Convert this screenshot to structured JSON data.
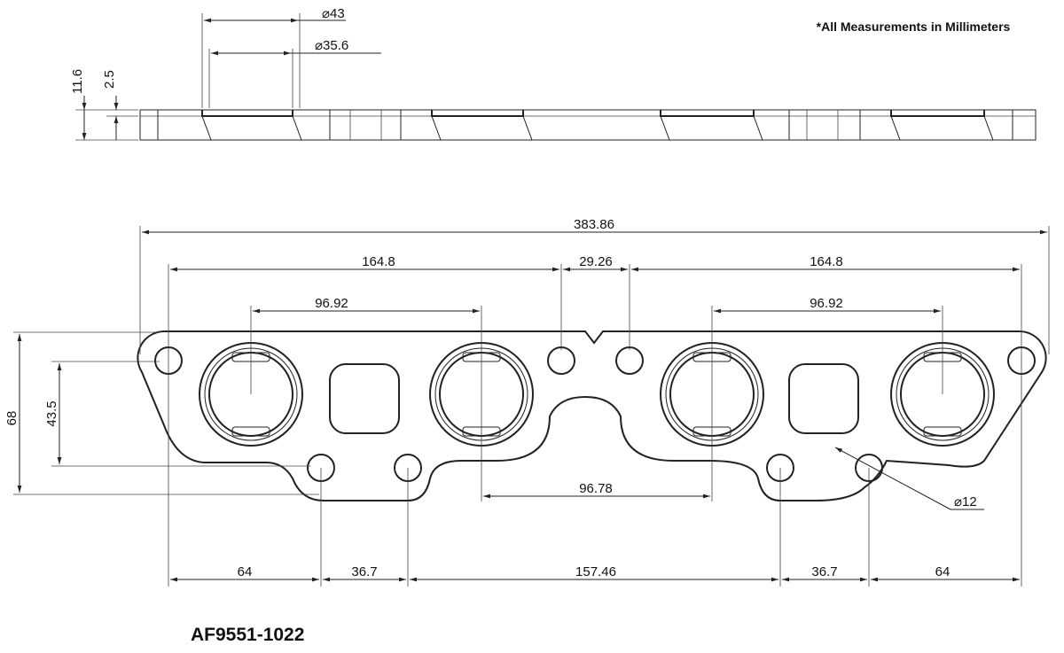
{
  "note": "*All Measurements in Millimeters",
  "part_number": "AF9551-1022",
  "section_view": {
    "dia_outer": "⌀43",
    "dia_inner": "⌀35.6",
    "thickness_total": "11.6",
    "thickness_recess": "2.5"
  },
  "plan_view": {
    "overall_width": "383.86",
    "left_span": "164.8",
    "center_span": "29.26",
    "right_span": "164.8",
    "left_port_pitch": "96.92",
    "right_port_pitch": "96.92",
    "height": "68",
    "height_inner": "43.5",
    "center_port_pitch": "96.78",
    "hole_dia": "⌀12",
    "bottom_dims": [
      "64",
      "36.7",
      "157.46",
      "36.7",
      "64"
    ]
  }
}
